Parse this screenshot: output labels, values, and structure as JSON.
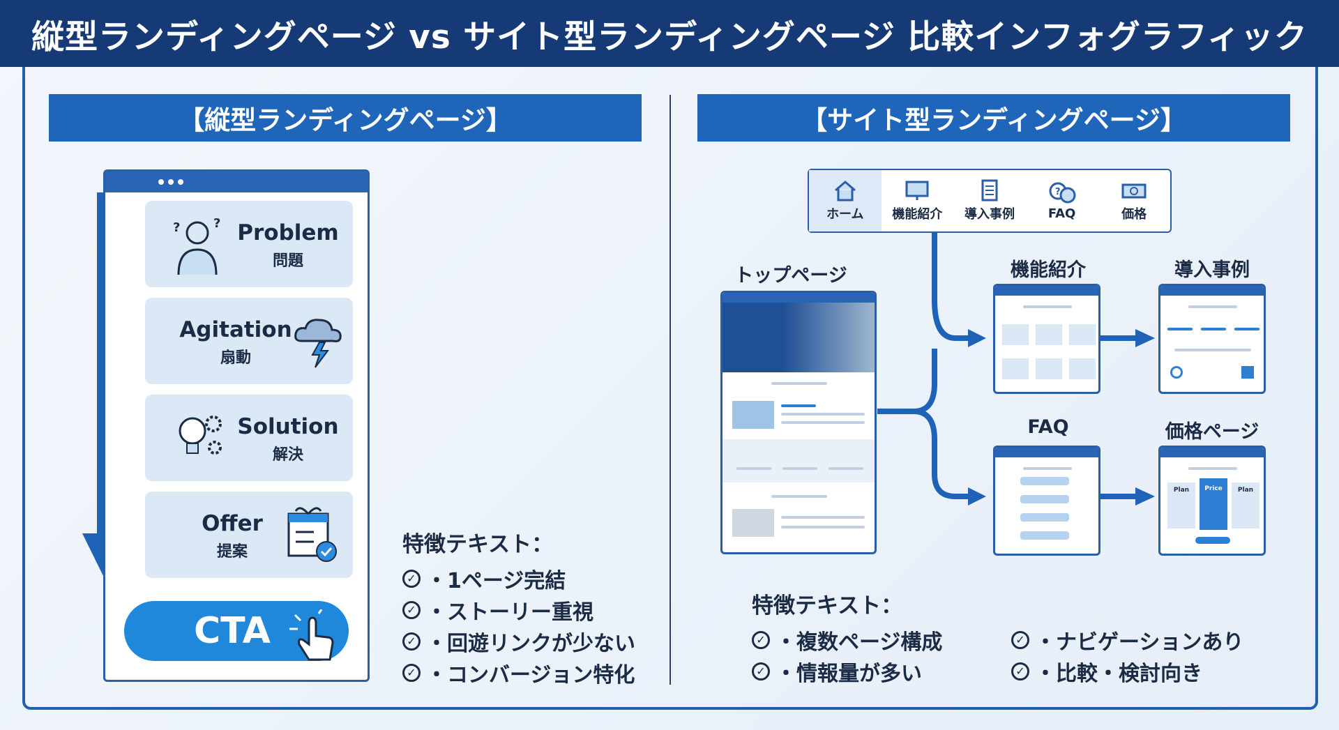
{
  "header": {
    "title": "縦型ランディングページ vs サイト型ランディングページ 比較インフォグラフィック"
  },
  "colors": {
    "header_bg": "#163a75",
    "section_bar": "#1f66bb",
    "accent": "#1f88db",
    "card_bg": "#dbe8f5"
  },
  "left": {
    "section_title": "【縦型ランディングページ】",
    "steps": [
      {
        "en": "Problem",
        "ja": "問題",
        "icon": "confused-person-icon"
      },
      {
        "en": "Agitation",
        "ja": "扇動",
        "icon": "storm-cloud-icon"
      },
      {
        "en": "Solution",
        "ja": "解決",
        "icon": "lightbulb-gear-icon"
      },
      {
        "en": "Offer",
        "ja": "提案",
        "icon": "gift-checklist-icon"
      }
    ],
    "cta_label": "CTA",
    "features_title": "特徴テキスト：",
    "features": [
      "・1ページ完結",
      "・ストーリー重視",
      "・回遊リンクが少ない",
      "・コンバージョン特化"
    ]
  },
  "right": {
    "section_title": "【サイト型ランディングページ】",
    "nav": [
      {
        "label": "ホーム",
        "icon": "home-icon"
      },
      {
        "label": "機能紹介",
        "icon": "monitor-icon"
      },
      {
        "label": "導入事例",
        "icon": "document-icon"
      },
      {
        "label": "FAQ",
        "icon": "question-chat-icon"
      },
      {
        "label": "価格",
        "icon": "money-icon"
      }
    ],
    "pages": {
      "top": "トップページ",
      "features": "機能紹介",
      "cases": "導入事例",
      "faq": "FAQ",
      "pricing": "価格ページ"
    },
    "pricing_cards": [
      "Plan",
      "Price",
      "Plan"
    ],
    "features_title": "特徴テキスト：",
    "features_col1": [
      "・複数ページ構成",
      "・情報量が多い"
    ],
    "features_col2": [
      "・ナビゲーションあり",
      "・比較・検討向き"
    ]
  }
}
